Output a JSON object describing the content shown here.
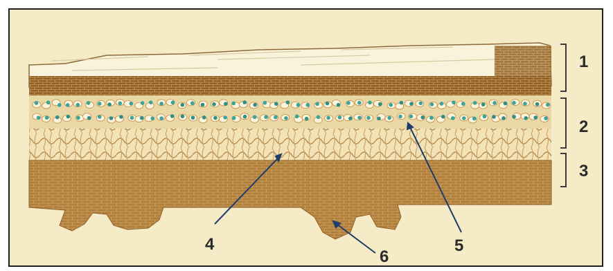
{
  "diagram": {
    "layer_labels": [
      "1",
      "2",
      "3"
    ],
    "pointer_labels": [
      "4",
      "5",
      "6"
    ]
  }
}
